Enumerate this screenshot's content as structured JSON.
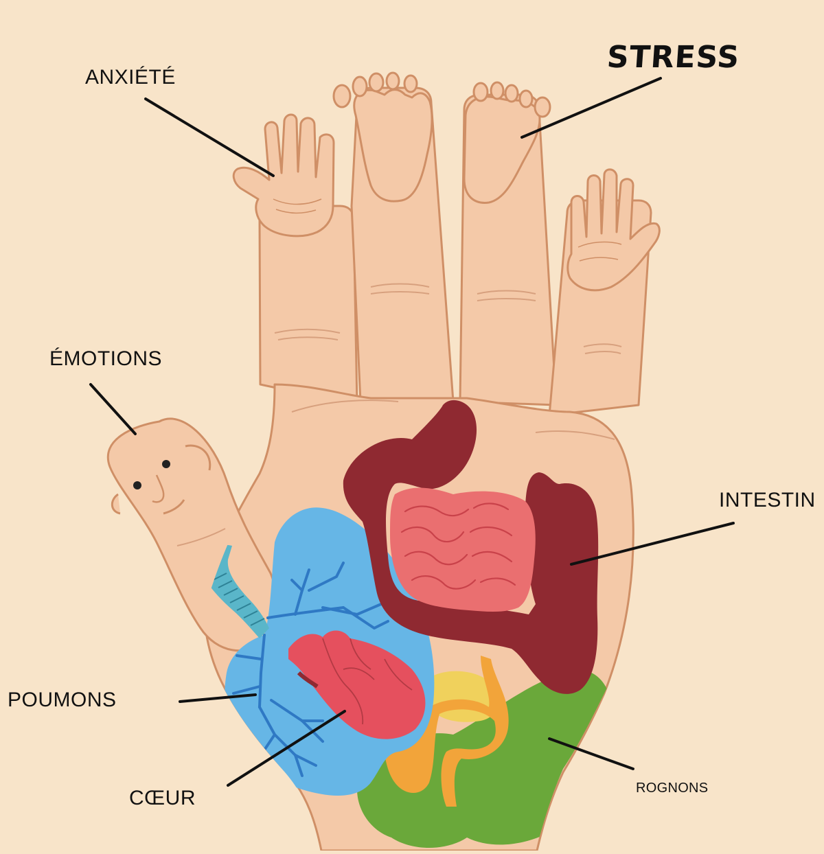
{
  "labels": {
    "anxiety": "ANXIÉTÉ",
    "stress": "STRESS",
    "emotions": "ÉMOTIONS",
    "intestine": "INTESTIN",
    "lungs": "POUMONS",
    "heart": "CŒUR",
    "kidneys": "ROGNONS"
  },
  "colors": {
    "background": "#f8e4c9",
    "skin": "#f4c9a8",
    "skin_outline": "#cf8f66",
    "lungs": "#66b6e6",
    "airways": "#2f79c4",
    "trachea": "#5ab6c9",
    "heart": "#e5505e",
    "small_intestine": "#ea6f70",
    "large_intestine": "#8f2931",
    "kidneys": "#6aa83a",
    "orange_vessels": "#f2a43a",
    "yellow_organ": "#f0d15c",
    "leader_lines": "#111111"
  },
  "icons": {
    "hand": "hand-palm-icon",
    "baby_hand_left": "baby-hand-icon",
    "baby_hand_right": "baby-hand-icon",
    "baby_foot_left": "baby-foot-icon",
    "baby_foot_right": "baby-foot-icon",
    "thumb_face": "thumb-face-icon"
  }
}
